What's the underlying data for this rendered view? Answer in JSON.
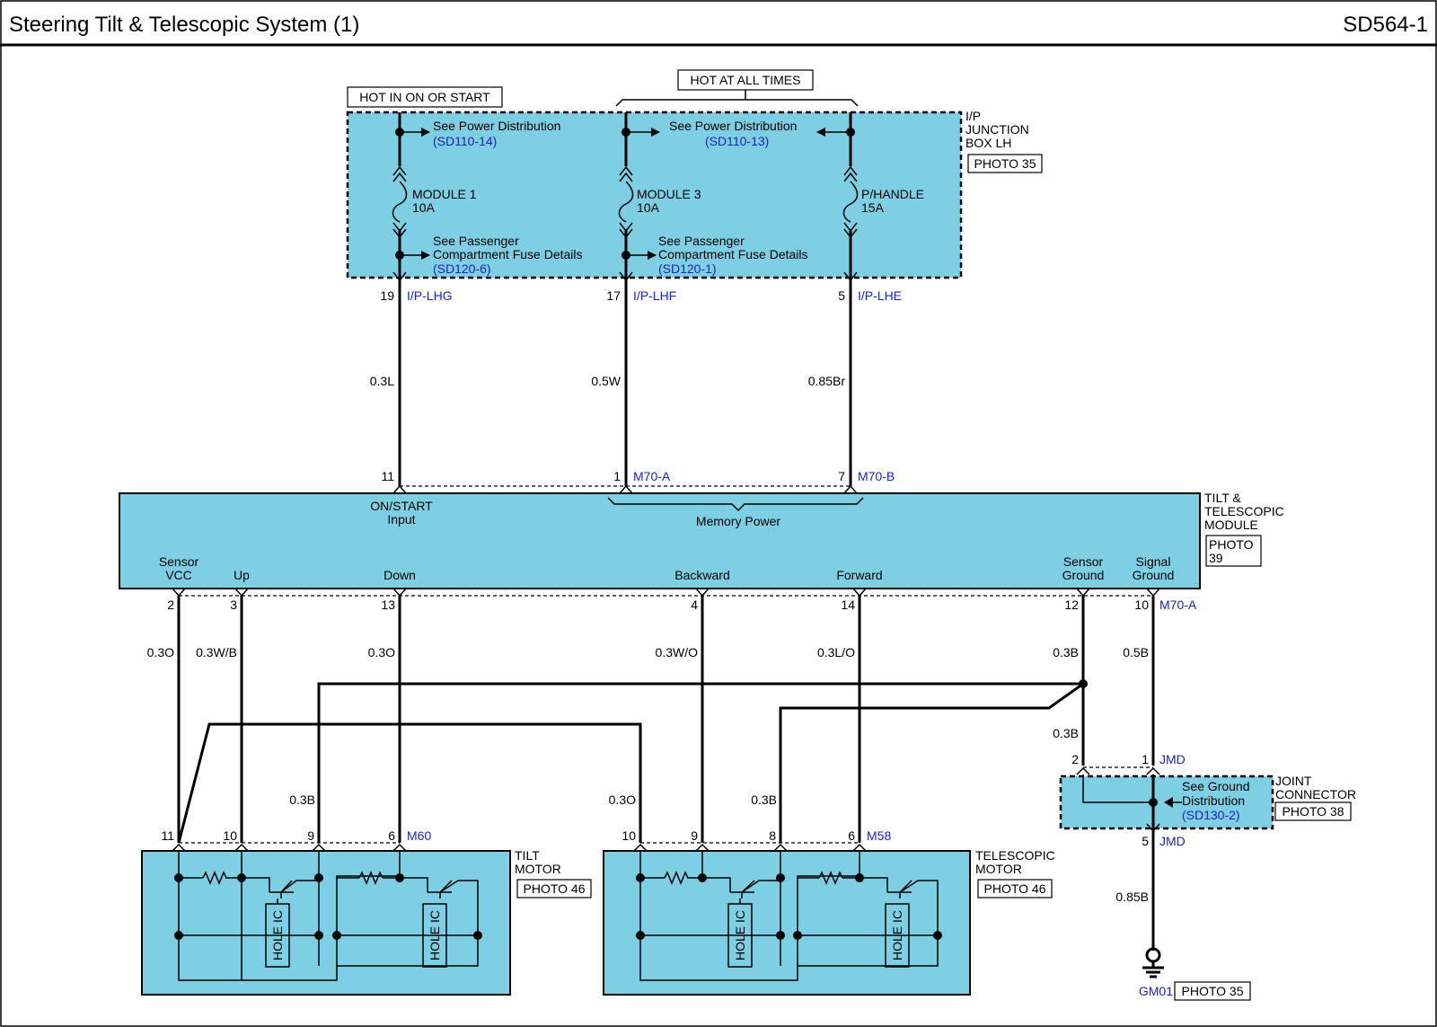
{
  "header": {
    "title": "Steering Tilt & Telescopic System (1)",
    "code": "SD564-1"
  },
  "power": {
    "hot_on_start": "HOT IN ON OR START",
    "hot_all_times": "HOT AT ALL TIMES",
    "jbox": {
      "name_lines": [
        "I/P",
        "JUNCTION",
        "BOX LH"
      ],
      "photo": "PHOTO 35"
    },
    "see_power": "See Power Distribution",
    "ref_pd1": "(SD110-14)",
    "ref_pd2": "(SD110-13)",
    "see_pass_1": "See Passenger",
    "see_pass_2": "Compartment Fuse Details",
    "ref_pf1": "(SD120-6)",
    "ref_pf2": "(SD120-1)",
    "fuses": [
      {
        "name": "MODULE 1",
        "amp": "10A"
      },
      {
        "name": "MODULE 3",
        "amp": "10A"
      },
      {
        "name": "P/HANDLE",
        "amp": "15A"
      }
    ],
    "pins": [
      {
        "num": "19",
        "conn": "I/P-LHG",
        "wire": "0.3L"
      },
      {
        "num": "17",
        "conn": "I/P-LHF",
        "wire": "0.5W"
      },
      {
        "num": "5",
        "conn": "I/P-LHE",
        "wire": "0.85Br"
      }
    ]
  },
  "module": {
    "name_lines": [
      "TILT &",
      "TELESCOPIC",
      "MODULE"
    ],
    "photo_lines": [
      "PHOTO",
      "39"
    ],
    "top_pins": [
      {
        "num": "11",
        "conn": ""
      },
      {
        "num": "1",
        "conn": "M70-A"
      },
      {
        "num": "7",
        "conn": "M70-B"
      }
    ],
    "on_start_1": "ON/START",
    "on_start_2": "Input",
    "memory_power": "Memory Power",
    "labels": [
      "Sensor",
      "VCC",
      "Up",
      "Down",
      "Backward",
      "Forward",
      "Sensor",
      "Ground",
      "Signal",
      "Ground"
    ],
    "bottom_pins": [
      {
        "num": "2",
        "wire": "0.3O"
      },
      {
        "num": "3",
        "wire": "0.3W/B"
      },
      {
        "num": "13",
        "wire": "0.3O"
      },
      {
        "num": "4",
        "wire": "0.3W/O"
      },
      {
        "num": "14",
        "wire": "0.3L/O"
      },
      {
        "num": "12",
        "wire": "0.3B"
      },
      {
        "num": "10",
        "wire": "0.5B"
      }
    ],
    "bottom_conn": "M70-A"
  },
  "wires_mid": {
    "b1": "0.3B",
    "b2": "0.3B",
    "o1": "0.3O",
    "b3": "0.3B",
    "gnd_b": "0.3B"
  },
  "joint": {
    "name_lines": [
      "JOINT",
      "CONNECTOR"
    ],
    "photo": "PHOTO 38",
    "pin2": "2",
    "pin1": "1",
    "conn": "JMD",
    "see1": "See Ground",
    "see2": "Distribution",
    "ref": "(SD130-2)",
    "pin5": "5",
    "conn5": "JMD",
    "wire": "0.85B",
    "ground": "GM01",
    "ground_photo": "PHOTO 35"
  },
  "tilt_motor": {
    "name_lines": [
      "TILT",
      "MOTOR"
    ],
    "photo": "PHOTO 46",
    "pins": [
      "11",
      "10",
      "9",
      "6"
    ],
    "conn": "M60",
    "ic": "HOLE IC"
  },
  "tele_motor": {
    "name_lines": [
      "TELESCOPIC",
      "MOTOR"
    ],
    "photo": "PHOTO 46",
    "pins": [
      "10",
      "9",
      "8",
      "6"
    ],
    "conn": "M58",
    "ic": "HOLE IC"
  }
}
